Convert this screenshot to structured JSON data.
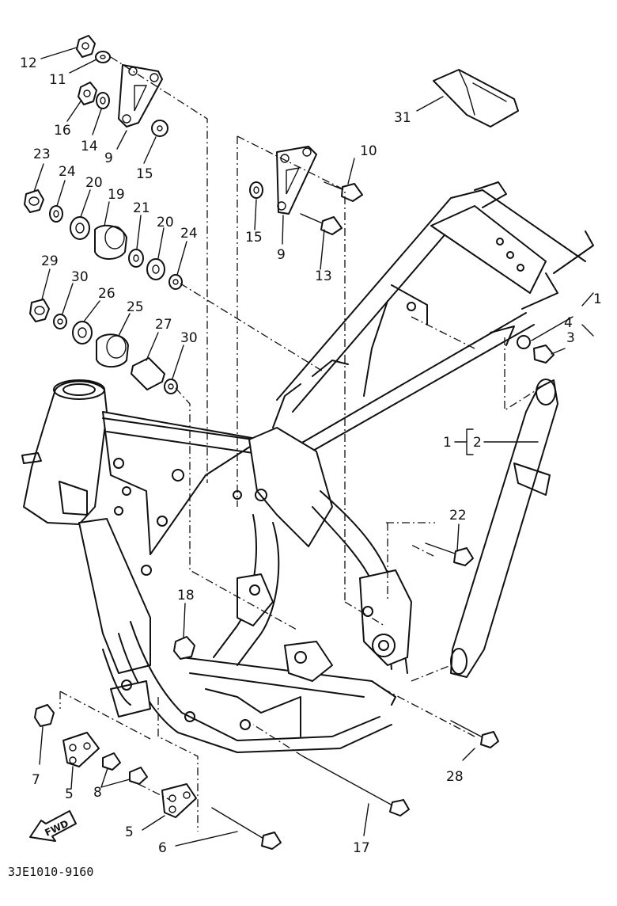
{
  "diagram": {
    "labels": [
      "12",
      "11",
      "16",
      "14",
      "9",
      "15",
      "23",
      "24",
      "20",
      "19",
      "21",
      "20",
      "24",
      "29",
      "30",
      "26",
      "25",
      "27",
      "30",
      "10",
      "15",
      "9",
      "13",
      "31",
      "1",
      "4",
      "3",
      "1",
      "2",
      "22",
      "18",
      "7",
      "5",
      "8",
      "5",
      "6",
      "17",
      "28"
    ],
    "drawing_code": "3JE1010-9160",
    "fwd_label": "FWD"
  }
}
